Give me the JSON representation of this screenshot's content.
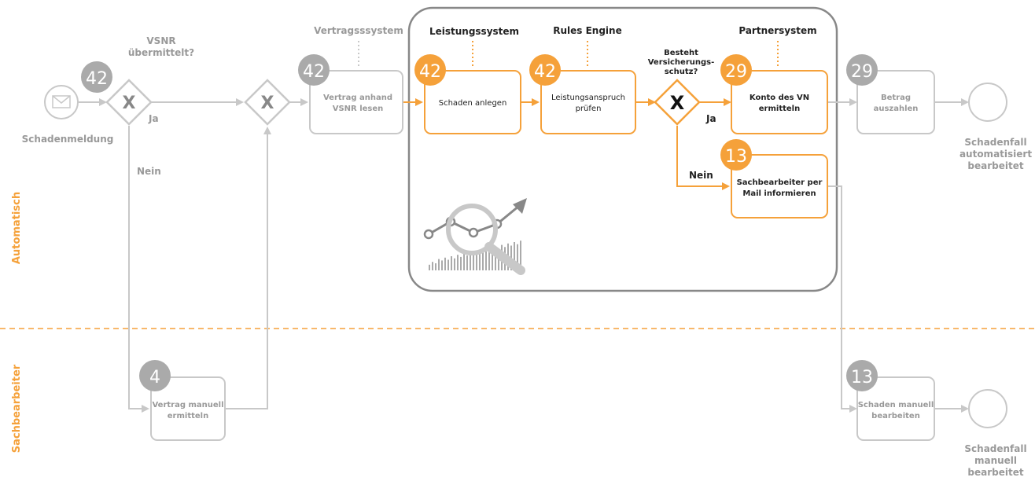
{
  "colors": {
    "accent": "#f5a13a",
    "gray": "#c8c8c8",
    "badge_gray": "#aaaaaa",
    "text_dark": "#222222",
    "text_gray": "#999999",
    "frame": "#888888"
  },
  "lanes": {
    "automatic": "Automatisch",
    "manual": "Sachbearbeiter"
  },
  "systems": {
    "vertrag": "Vertragsssystem",
    "leistung": "Leistungssystem",
    "rules": "Rules Engine",
    "partner": "Partnersystem"
  },
  "events": {
    "start": "Schadenmeldung",
    "end_auto": [
      "Schadenfall",
      "automatisiert",
      "bearbeitet"
    ],
    "end_manual": [
      "Schadenfall",
      "manuell",
      "bearbeitet"
    ]
  },
  "gateways": {
    "vsnr_question": [
      "VSNR",
      "übermittelt?"
    ],
    "schutz_question": [
      "Besteht",
      "Versicherungs-",
      "schutz?"
    ],
    "symbol": "X"
  },
  "branches": {
    "yes": "Ja",
    "no": "Nein"
  },
  "tasks": {
    "vertrag_lesen": {
      "badge": "42",
      "lines": [
        "Vertrag anhand",
        "VSNR lesen"
      ]
    },
    "schaden_anlegen": {
      "badge": "42",
      "lines": [
        "Schaden anlegen"
      ]
    },
    "leistung_pruefen": {
      "badge": "42",
      "lines": [
        "Leistungsanspruch",
        "prüfen"
      ]
    },
    "konto_ermitteln": {
      "badge": "29",
      "lines": [
        "Konto des VN",
        "ermitteln"
      ]
    },
    "mail_informieren": {
      "badge": "13",
      "lines": [
        "Sachbearbeiter per",
        "Mail informieren"
      ]
    },
    "betrag_auszahlen": {
      "badge": "29",
      "lines": [
        "Betrag",
        "auszahlen"
      ]
    },
    "vertrag_manuell": {
      "badge": "4",
      "lines": [
        "Vertrag manuell",
        "ermitteln"
      ]
    },
    "schaden_manuell": {
      "badge": "13",
      "lines": [
        "Schaden manuell",
        "bearbeiten"
      ]
    }
  },
  "start_badge": "42",
  "icons": {
    "start": "envelope-icon",
    "analytics": "analytics-magnifier-icon"
  }
}
